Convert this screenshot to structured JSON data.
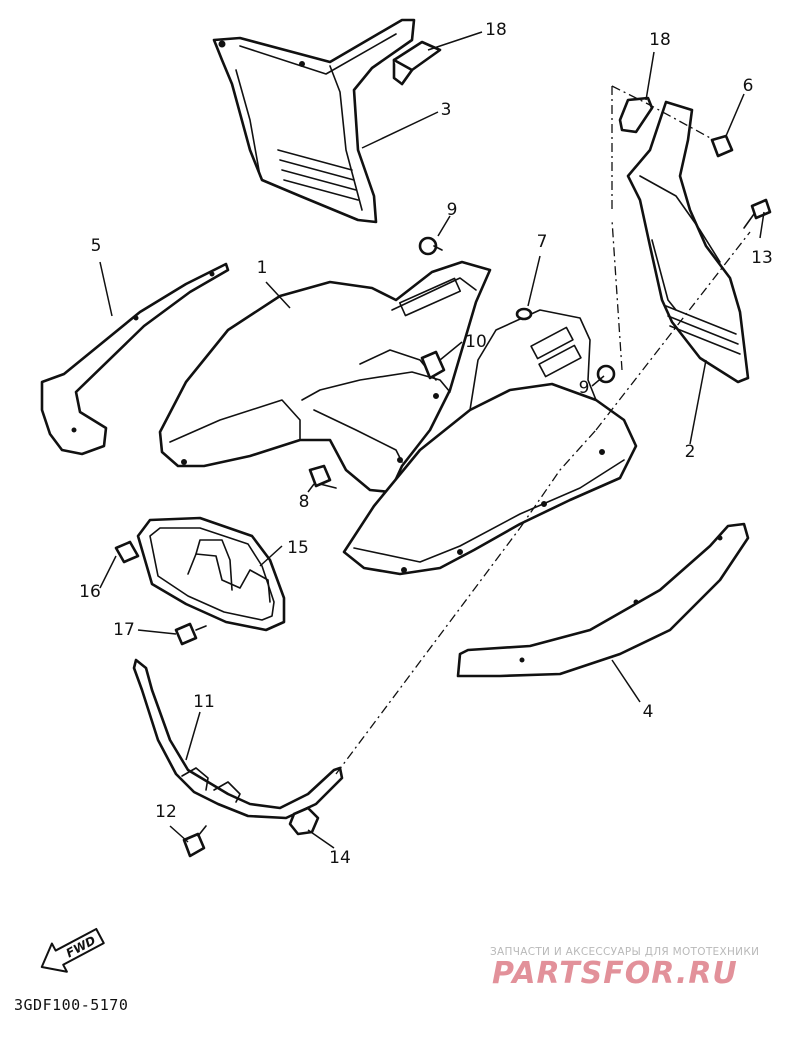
{
  "diagram": {
    "code": "3GDF100-5170",
    "fwd_label": "FWD",
    "callouts": [
      {
        "id": "c18a",
        "text": "18"
      },
      {
        "id": "c3",
        "text": "3"
      },
      {
        "id": "c18b",
        "text": "18"
      },
      {
        "id": "c6",
        "text": "6"
      },
      {
        "id": "c9a",
        "text": "9"
      },
      {
        "id": "c7",
        "text": "7"
      },
      {
        "id": "c13",
        "text": "13"
      },
      {
        "id": "c5",
        "text": "5"
      },
      {
        "id": "c1",
        "text": "1"
      },
      {
        "id": "c10",
        "text": "10"
      },
      {
        "id": "c9b",
        "text": "9"
      },
      {
        "id": "c2",
        "text": "2"
      },
      {
        "id": "c8",
        "text": "8"
      },
      {
        "id": "c15",
        "text": "15"
      },
      {
        "id": "c16",
        "text": "16"
      },
      {
        "id": "c17",
        "text": "17"
      },
      {
        "id": "c4",
        "text": "4"
      },
      {
        "id": "c11",
        "text": "11"
      },
      {
        "id": "c12",
        "text": "12"
      },
      {
        "id": "c14",
        "text": "14"
      }
    ]
  },
  "watermark": {
    "tagline": "ЗАПЧАСТИ И АКСЕССУАРЫ ДЛЯ МОТОТЕХНИКИ",
    "logo": "PARTSFOR.RU"
  }
}
